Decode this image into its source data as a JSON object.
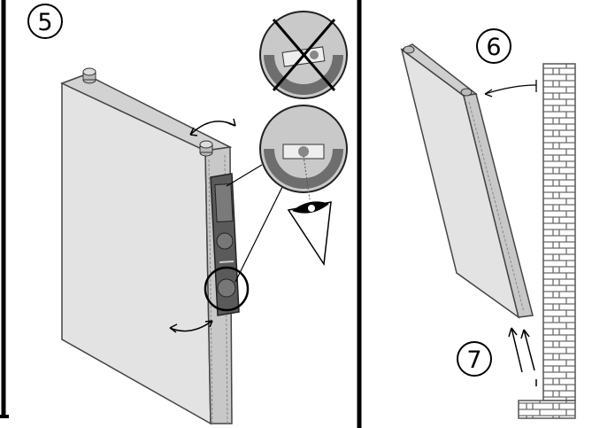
{
  "steps": {
    "five": "5",
    "six": "6",
    "seven": "7"
  },
  "colors": {
    "panel_fill": "#e3e3e3",
    "panel_shade": "#c8c8c8",
    "level_body": "#5a5a5a",
    "divider": "#000000",
    "brick": "#6a6a6a"
  },
  "icons": {
    "wrong": "not-level-cross-icon",
    "right": "level-ok-icon",
    "eye": "eye-icon"
  }
}
